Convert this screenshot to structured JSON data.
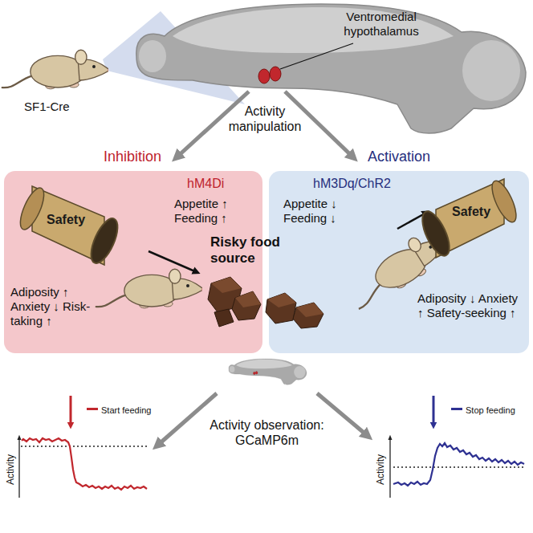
{
  "diagram": {
    "nodes": [
      {
        "text": [
          "Inhibition",
          "hM4Di",
          "Appetite ↑ Feeding ↑",
          "Adiposity ↑ Anxiety ↓ Risk-taking ↑"
        ]
      },
      {
        "text": [
          "Safety"
        ],
        "in": 0
      },
      {
        "text": [
          "Activation",
          "hM3Dq/ChR2",
          "Appetite ↓ Feeding ↓",
          "Adiposity ↓ Anxiety ↑ Safety-seeking ↑"
        ]
      },
      {
        "text": [
          "Safety"
        ],
        "in": 2
      }
    ],
    "labels": [
      "Ventromedial hypothalamus",
      "SF1-Cre",
      "Activity manipulation",
      "Risky food source",
      "Activity",
      "Activity observation: GCaMP6m",
      "Activity"
    ],
    "legend": [
      {
        "text": "Start feeding"
      },
      {
        "text": "Stop feeding"
      }
    ]
  }
}
